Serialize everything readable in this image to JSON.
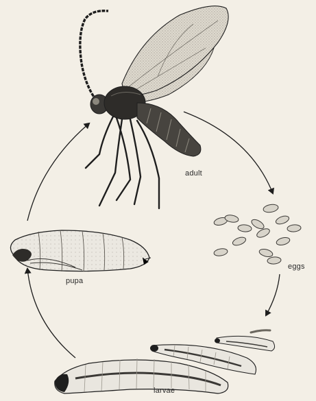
{
  "diagram": {
    "stages": {
      "adult": "adult",
      "eggs": "eggs",
      "larvae": "larvae",
      "pupa": "pupa"
    },
    "colors": {
      "background": "#f3efe6",
      "ink": "#1e1e1e",
      "wing": "#d9d4c8",
      "larva_body": "#e9e6df",
      "egg": "#d8d4ca"
    }
  }
}
